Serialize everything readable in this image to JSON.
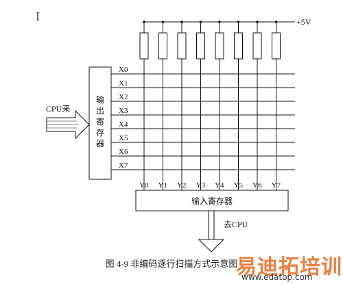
{
  "diagram": {
    "supply_label": "+5V",
    "cpu_in_label": "CPU来",
    "output_register_label": [
      "输",
      "出",
      "寄",
      "存",
      "器"
    ],
    "input_register_label": "输入寄存器",
    "cpu_out_label": "去CPU",
    "row_labels": [
      "X0",
      "X1",
      "X2",
      "X3",
      "X4",
      "X5",
      "X6",
      "X7"
    ],
    "col_labels": [
      "Y0",
      "Y1",
      "Y2",
      "Y3",
      "Y4",
      "Y5",
      "Y6",
      "Y7"
    ]
  },
  "caption": "图 4-9  非编码逐行扫描方式示意图",
  "watermark": {
    "brand": "易迪拓培训",
    "url": "www.edatop.com"
  },
  "cursor_glyph": "I"
}
